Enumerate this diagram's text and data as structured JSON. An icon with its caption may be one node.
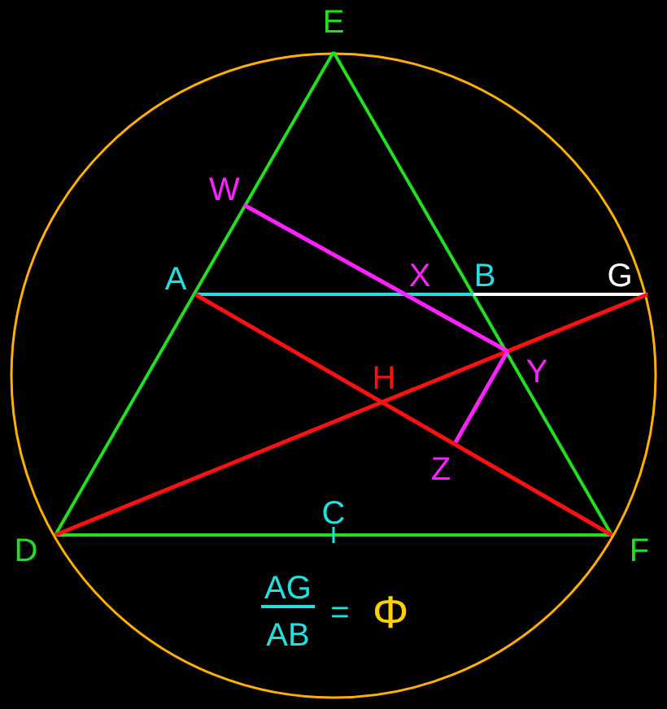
{
  "diagram": {
    "labels": [
      "E",
      "W",
      "A",
      "X",
      "B",
      "G",
      "H",
      "Y",
      "Z",
      "C",
      "D",
      "F",
      "AG",
      "AB",
      "=",
      "Φ"
    ]
  }
}
